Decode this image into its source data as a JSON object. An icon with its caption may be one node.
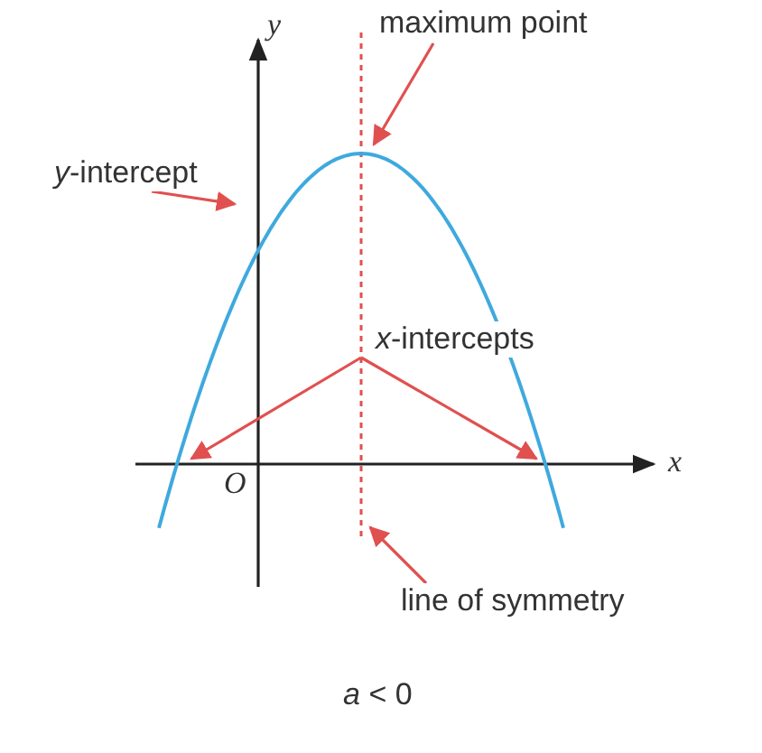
{
  "diagram": {
    "nodes": [
      {
        "text": [
          "*y*-intercept"
        ]
      },
      {
        "text": [
          "maximum point"
        ]
      },
      {
        "text": [
          "*x*-intercepts"
        ]
      },
      {
        "text": [
          "line of symmetry"
        ]
      }
    ],
    "edges": [
      {
        "from": 0,
        "to": null,
        "arrow": "to"
      },
      {
        "from": 1,
        "to": null,
        "arrow": "to"
      },
      {
        "from": 2,
        "to": null,
        "arrow": "to"
      },
      {
        "from": 2,
        "to": null,
        "arrow": "to"
      },
      {
        "from": 3,
        "to": null,
        "arrow": "to"
      }
    ],
    "labels": [
      "y",
      "x",
      "O",
      "*a* < 0"
    ]
  }
}
